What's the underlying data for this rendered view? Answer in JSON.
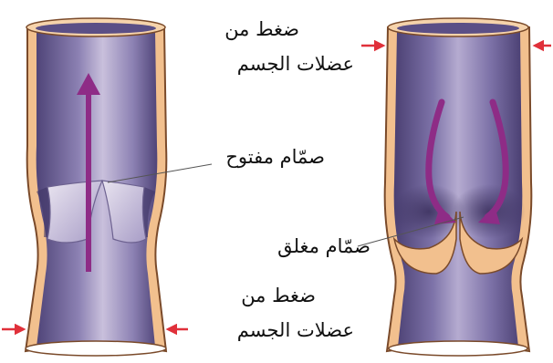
{
  "labels": {
    "pressure_top": [
      "ضغط من",
      "عضلات الجسم"
    ],
    "valve_open": "صمّام مفتوح",
    "valve_closed": "صمّام مغلق",
    "pressure_bottom": [
      "ضغط من",
      "عضلات الجسم"
    ]
  },
  "colors": {
    "vein_wall": "#f2c08e",
    "wall_edge": "#7a4a2a",
    "lumen_dark": "#5b4f86",
    "lumen_mid": "#9c92bf",
    "lumen_light": "#d7cfe6",
    "flow_arrow": "#8e2c86",
    "pressure_arrow": "#e0303a",
    "leader_line": "#555555"
  },
  "icons": {
    "flow_arrow": "up-arrow",
    "backflow": "curved-down-arrows",
    "pressure": "inward-arrows"
  }
}
